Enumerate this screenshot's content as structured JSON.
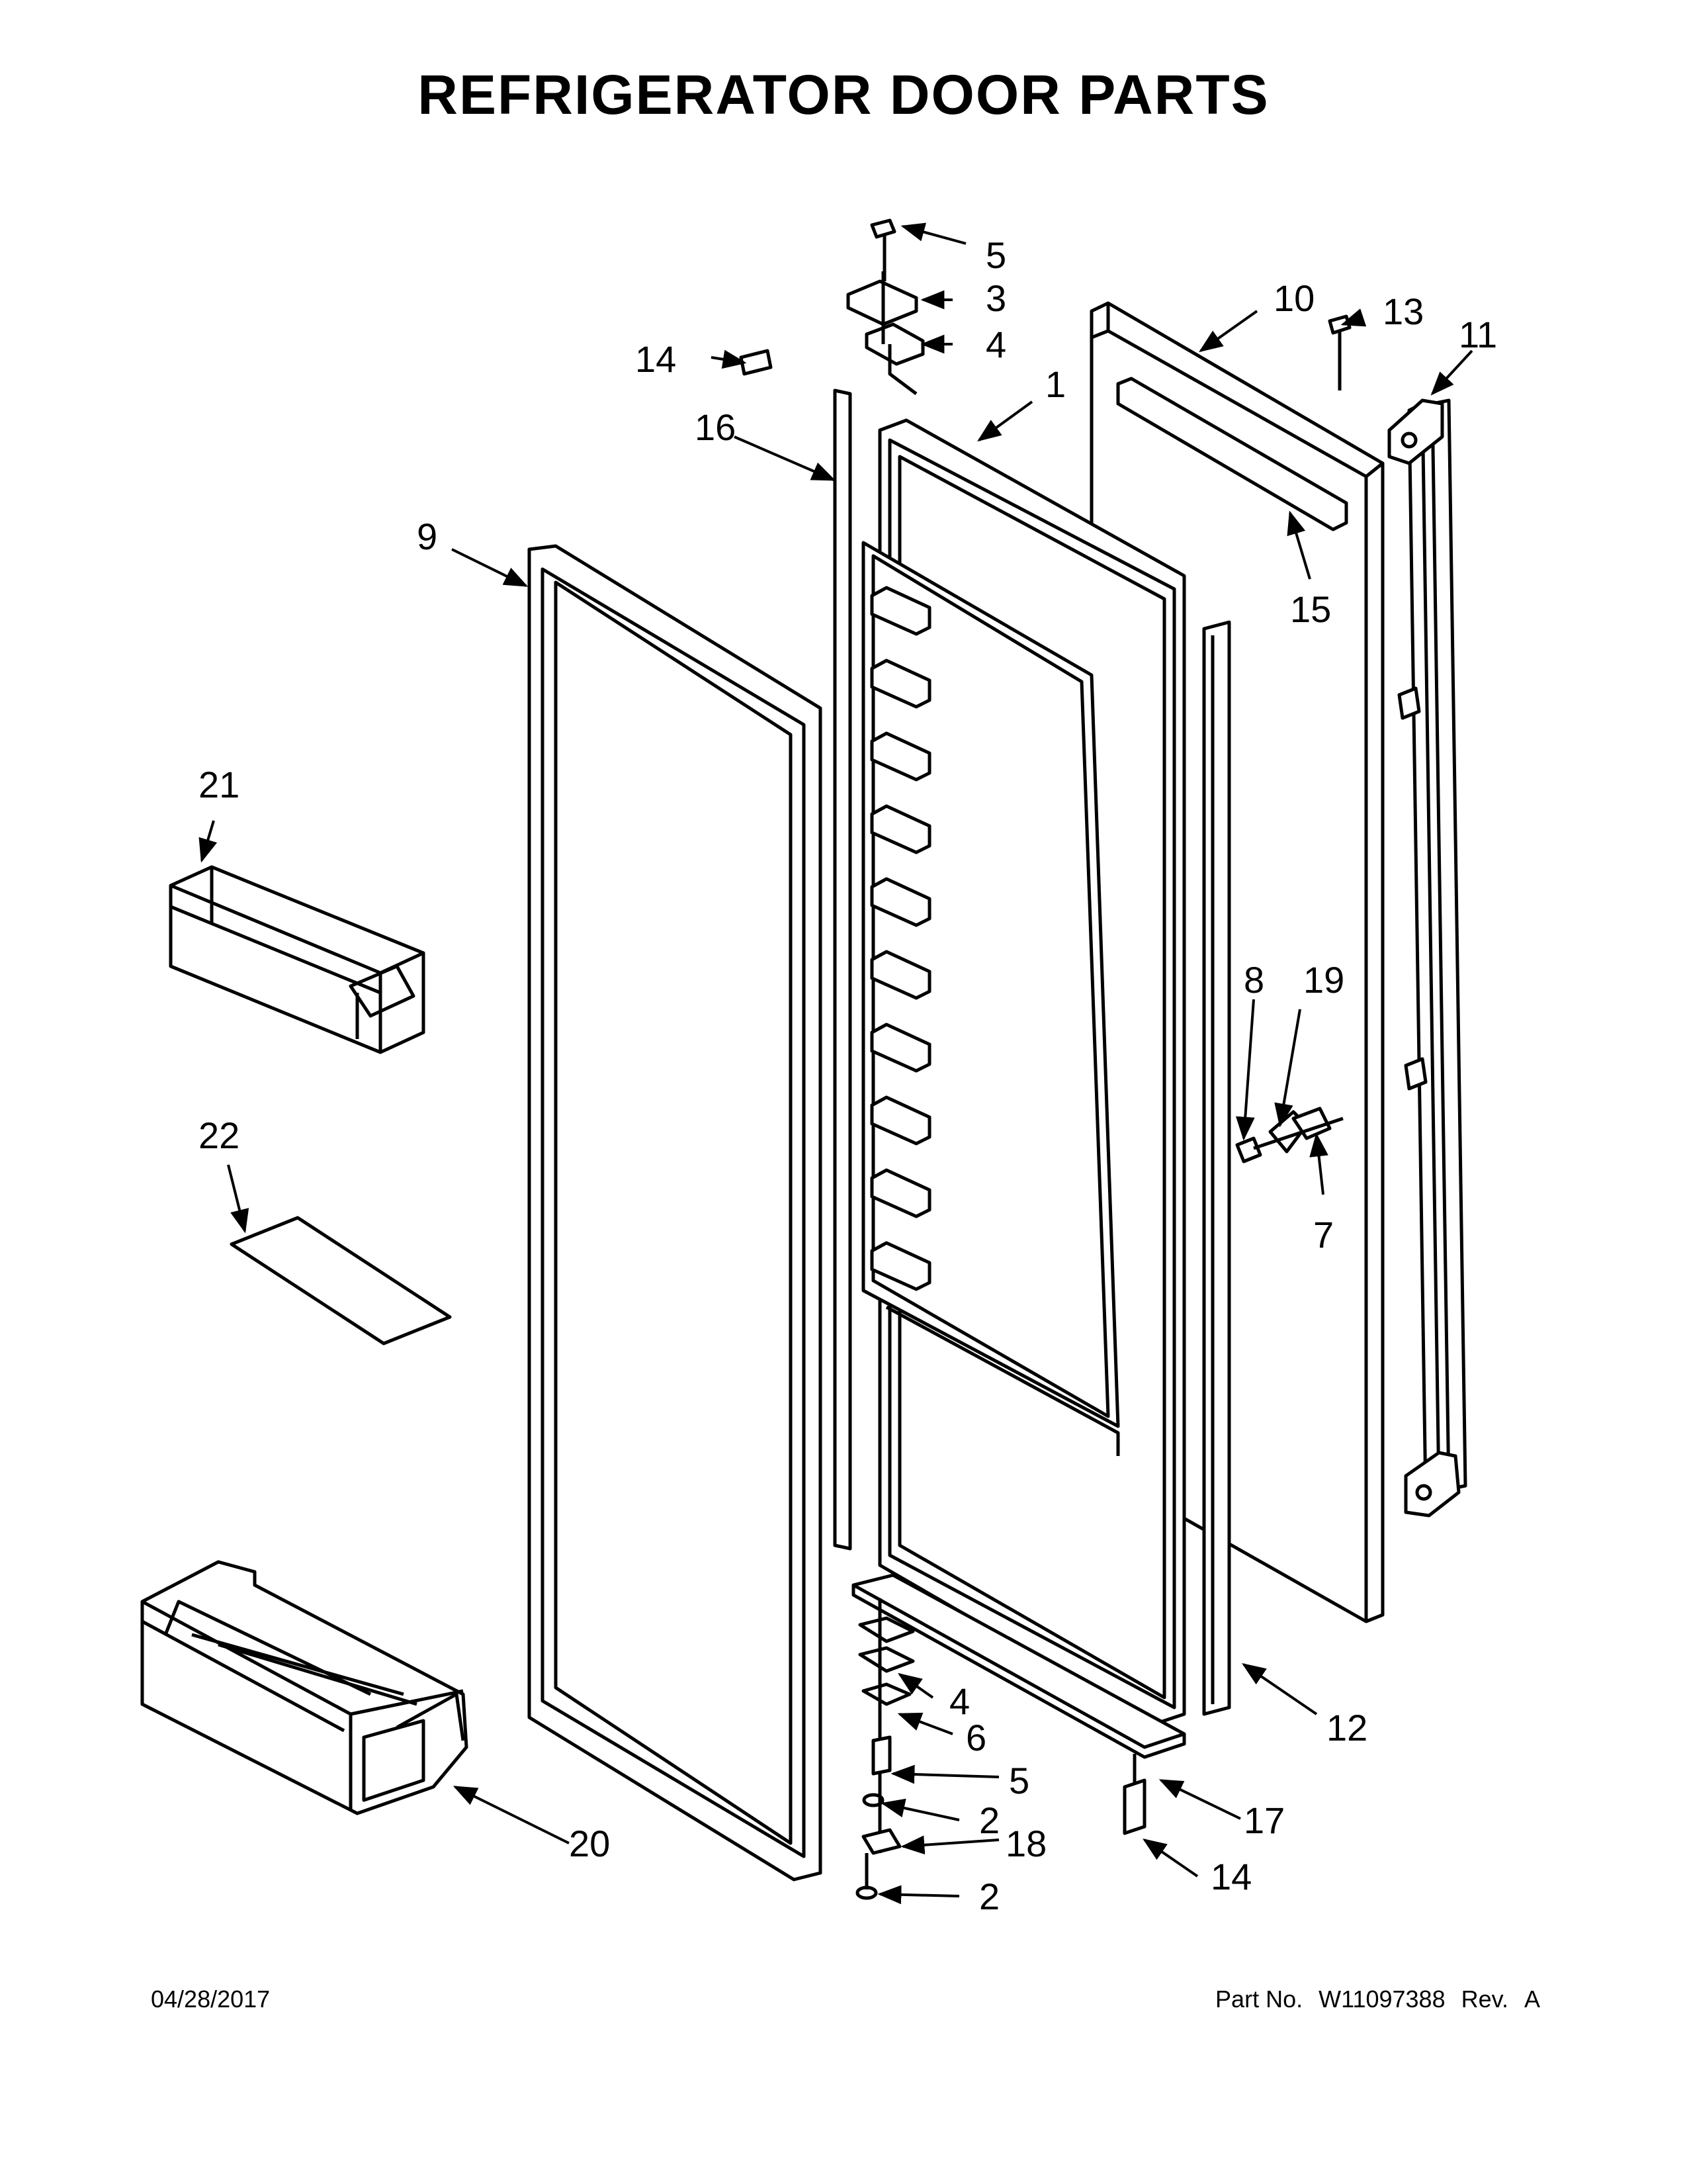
{
  "header": {
    "title": "REFRIGERATOR DOOR PARTS"
  },
  "callouts": {
    "c1": "1",
    "c2a": "2",
    "c2b": "2",
    "c3": "3",
    "c4a": "4",
    "c4b": "4",
    "c5a": "5",
    "c5b": "5",
    "c6": "6",
    "c7": "7",
    "c8": "8",
    "c9": "9",
    "c10": "10",
    "c11": "11",
    "c12": "12",
    "c13": "13",
    "c14a": "14",
    "c14b": "14",
    "c15": "15",
    "c16": "16",
    "c17": "17",
    "c18": "18",
    "c19": "19",
    "c20": "20",
    "c21": "21",
    "c22": "22"
  },
  "footer": {
    "date": "04/28/2017",
    "part_label": "Part No.",
    "part_number": "W11097388",
    "rev_label": "Rev.",
    "rev": "A"
  }
}
